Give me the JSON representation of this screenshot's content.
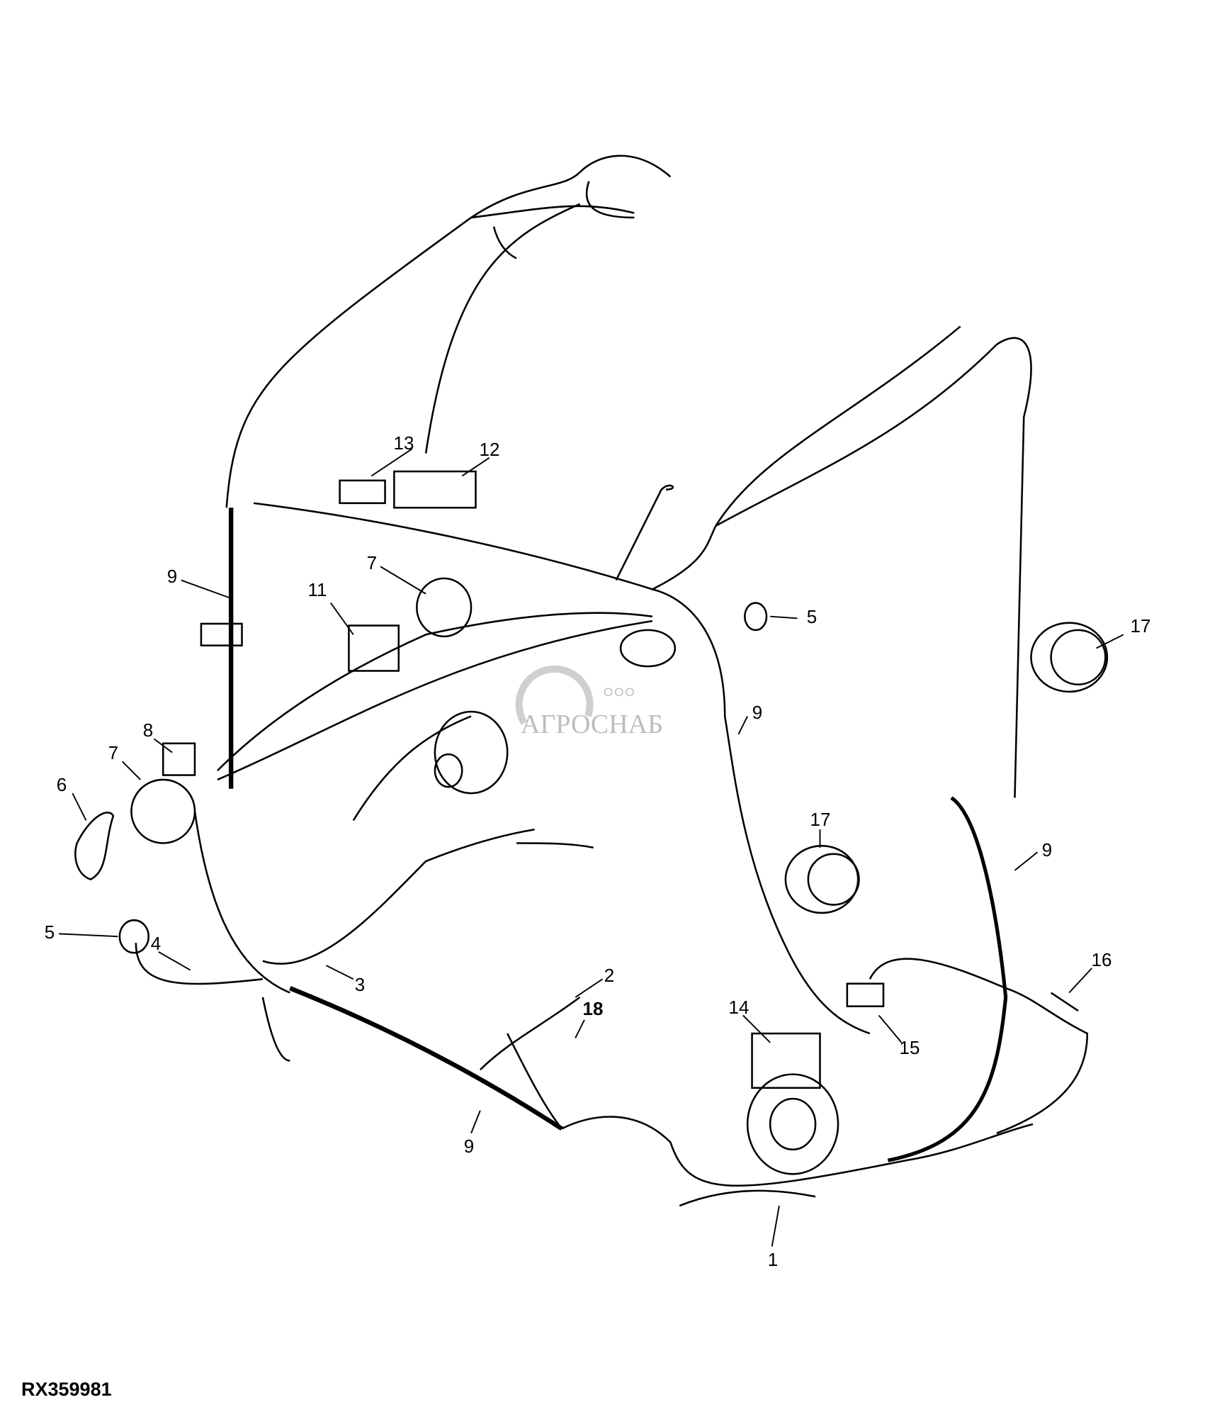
{
  "figure_id": "RX359981",
  "watermark": {
    "company_prefix": "ООО",
    "company_name": "АГРОСНАБ"
  },
  "callouts": [
    {
      "id": "c13",
      "text": "13"
    },
    {
      "id": "c12",
      "text": "12"
    },
    {
      "id": "c9a",
      "text": "9"
    },
    {
      "id": "c7a",
      "text": "7"
    },
    {
      "id": "c11",
      "text": "11"
    },
    {
      "id": "c5a",
      "text": "5"
    },
    {
      "id": "c17a",
      "text": "17"
    },
    {
      "id": "c9b",
      "text": "9"
    },
    {
      "id": "c8",
      "text": "8"
    },
    {
      "id": "c7b",
      "text": "7"
    },
    {
      "id": "c6",
      "text": "6"
    },
    {
      "id": "c17b",
      "text": "17"
    },
    {
      "id": "c9c",
      "text": "9"
    },
    {
      "id": "c5b",
      "text": "5"
    },
    {
      "id": "c4",
      "text": "4"
    },
    {
      "id": "c3",
      "text": "3"
    },
    {
      "id": "c2",
      "text": "2"
    },
    {
      "id": "c18",
      "text": "18"
    },
    {
      "id": "c14",
      "text": "14"
    },
    {
      "id": "c15",
      "text": "15"
    },
    {
      "id": "c16",
      "text": "16"
    },
    {
      "id": "c9d",
      "text": "9"
    },
    {
      "id": "c1",
      "text": "1"
    }
  ]
}
